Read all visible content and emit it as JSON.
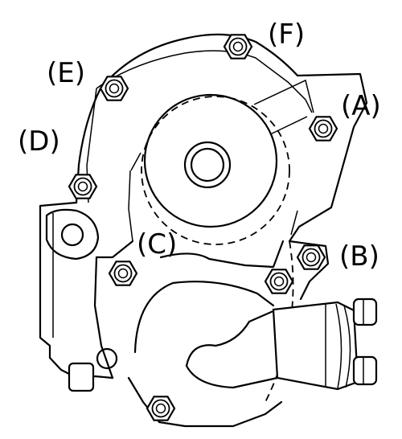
{
  "labels": {
    "a": "(A)",
    "b": "(B)",
    "c": "(C)",
    "d": "(D)",
    "e": "(E)",
    "f": "(F)"
  }
}
